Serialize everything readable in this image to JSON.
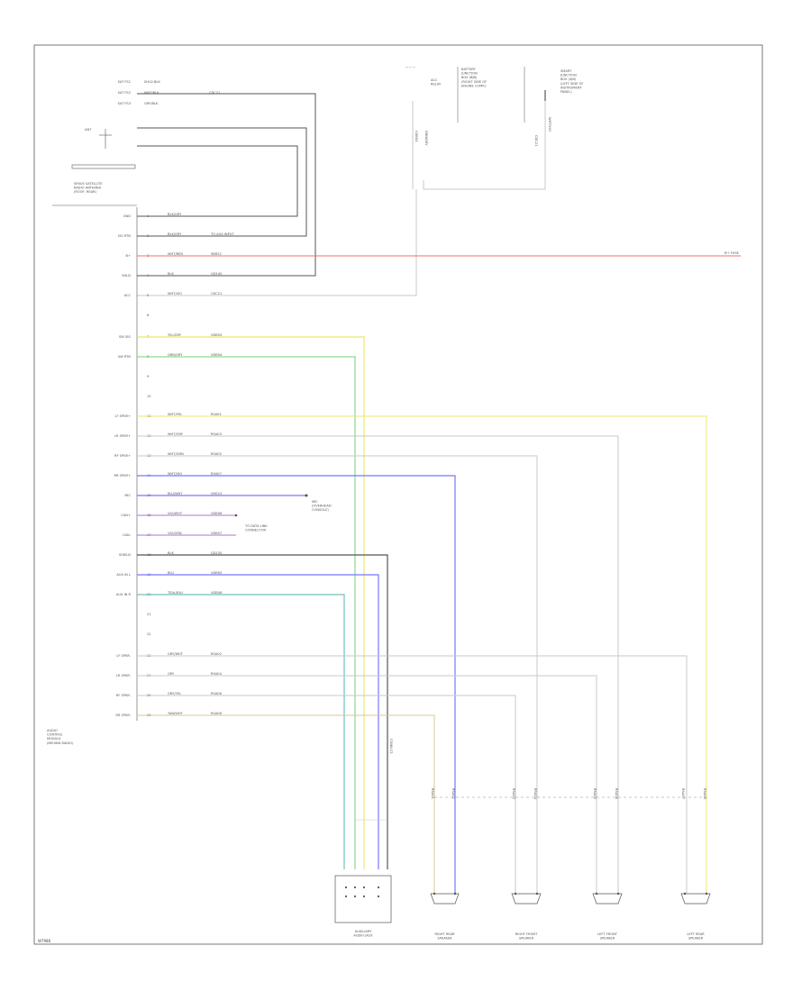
{
  "title": "",
  "footer": {
    "code": "W7986"
  },
  "colors": {
    "red": "#ff6a6a",
    "yellow": "#e8e870",
    "green": "#8cd98c",
    "blue": "#7777ff",
    "violet": "#b070d0",
    "teal": "#70c0c0",
    "tan": "#d8c890",
    "gray": "#909090",
    "dark": "#555555",
    "light": "#c8c8c8",
    "frame": "#777777"
  },
  "top_left": {
    "pins": [
      "SAT FS1",
      "SAT FS2",
      "SAT FS3"
    ],
    "wires": [
      "SHLD BLK",
      "WHT/BLK",
      "GRY/BLK"
    ],
    "antenna_label": "ANT",
    "module_label": "SIRIUS SATELLITE\nRADIO ANTENNA\n(ROOF, REAR)"
  },
  "top_right": {
    "relay_label": "ACC\nRELAY",
    "fuse_box_label": "BATTERY\nJUNCTION\nBOX (BJB)\n(RIGHT SIDE OF\nENGINE COMP.)",
    "ecu_label": "SMART\nJUNCTION\nBOX (SJB)\n(LEFT SIDE OF\nINSTRUMENT\nPANEL)"
  },
  "radio": {
    "label": "AUDIO\nCONTROL\nMODULE\n(BEHIND RADIO)",
    "pins": [
      {
        "label": "GND",
        "num": "1",
        "wire": "BLK/GRY",
        "code": ""
      },
      {
        "label": "SIG RTN",
        "num": "2",
        "wire": "BLK/GRY",
        "code": "TO AUX INPUT"
      },
      {
        "label": "B+",
        "num": "3",
        "wire": "WHT/RED",
        "code": "SBR22",
        "to": "B+ FUSE"
      },
      {
        "label": "SHLD",
        "num": "4",
        "wire": "BLK",
        "code": "GD140"
      },
      {
        "label": "ACC",
        "num": "5",
        "wire": "WHT/VIO",
        "code": "CDC21"
      },
      {
        "label": "",
        "num": "6",
        "wire": "",
        "code": ""
      },
      {
        "label": "SW SIG",
        "num": "7",
        "wire": "YEL/GRY",
        "code": "VDB03"
      },
      {
        "label": "SW RTN",
        "num": "8",
        "wire": "GRN/GRY",
        "code": "VDB04"
      },
      {
        "label": "",
        "num": "9",
        "wire": "",
        "code": ""
      },
      {
        "label": "",
        "num": "10",
        "wire": "",
        "code": ""
      },
      {
        "label": "LF SPKR+",
        "num": "11",
        "wire": "WHT/YEL",
        "code": "RSA01"
      },
      {
        "label": "LR SPKR+",
        "num": "12",
        "wire": "WHT/GRY",
        "code": "RSA03"
      },
      {
        "label": "RF SPKR+",
        "num": "13",
        "wire": "WHT/GRN",
        "code": "RSA05"
      },
      {
        "label": "RR SPKR+",
        "num": "14",
        "wire": "WHT/VIO",
        "code": "RSA07"
      },
      {
        "label": "MIC",
        "num": "15",
        "wire": "BLU/WHT",
        "code": "VMC01",
        "to": "MIC\n(OVERHEAD\nCONSOLE)"
      },
      {
        "label": "CAN+",
        "num": "16",
        "wire": "VIO/WHT",
        "code": "VDB06",
        "to": "TO DATA LINK\nCONNECTOR"
      },
      {
        "label": "CAN-",
        "num": "17",
        "wire": "VIO/GRN",
        "code": "VDB07"
      },
      {
        "label": "SHIELD",
        "num": "18",
        "wire": "BLK",
        "code": "GD150"
      },
      {
        "label": "AUX IN L",
        "num": "19",
        "wire": "BLU",
        "code": "VDB05"
      },
      {
        "label": "AUX IN R",
        "num": "20",
        "wire": "TEAL/BLU",
        "code": "VDB08"
      },
      {
        "label": "",
        "num": "21",
        "wire": "",
        "code": ""
      },
      {
        "label": "",
        "num": "22",
        "wire": "",
        "code": ""
      },
      {
        "label": "LF SPKR-",
        "num": "23",
        "wire": "GRY/WHT",
        "code": "RSA02"
      },
      {
        "label": "LR SPKR-",
        "num": "24",
        "wire": "GRY",
        "code": "RSA04"
      },
      {
        "label": "RF SPKR-",
        "num": "25",
        "wire": "GRY/YEL",
        "code": "RSA06"
      },
      {
        "label": "RR SPKR-",
        "num": "26",
        "wire": "TAN/WHT",
        "code": "RSA08"
      }
    ]
  },
  "bottom": {
    "aux_label": "AUXILIARY\nAUDIO JACK",
    "speakers": [
      {
        "label": "RIGHT REAR\nSPEAKER"
      },
      {
        "label": "RIGHT FRONT\nSPEAKER"
      },
      {
        "label": "LEFT FRONT\nSPEAKER"
      },
      {
        "label": "LEFT REAR\nSPEAKER"
      }
    ]
  }
}
